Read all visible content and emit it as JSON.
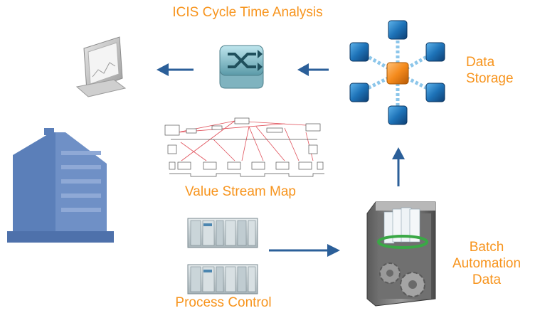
{
  "diagram": {
    "title": "ICIS Cycle Time Analysis",
    "labels": {
      "data_storage": [
        "Data",
        "Storage"
      ],
      "value_stream_map": "Value Stream Map",
      "batch_automation": [
        "Batch",
        "Automation",
        "Data"
      ],
      "process_control": "Process Control"
    },
    "colors": {
      "label": "#f7941d",
      "arrow": "#2b5f99",
      "building": "#5b7fb9",
      "cube": "#1e73b8",
      "hub_cube": "#f48a1c",
      "vsm_lines": "#e0505a"
    },
    "icons": [
      "monitor-icon",
      "network-switch-icon",
      "data-hub-icon",
      "building-icon",
      "value-stream-map-thumbnail",
      "plc-rack-icon",
      "server-gears-icon"
    ]
  }
}
